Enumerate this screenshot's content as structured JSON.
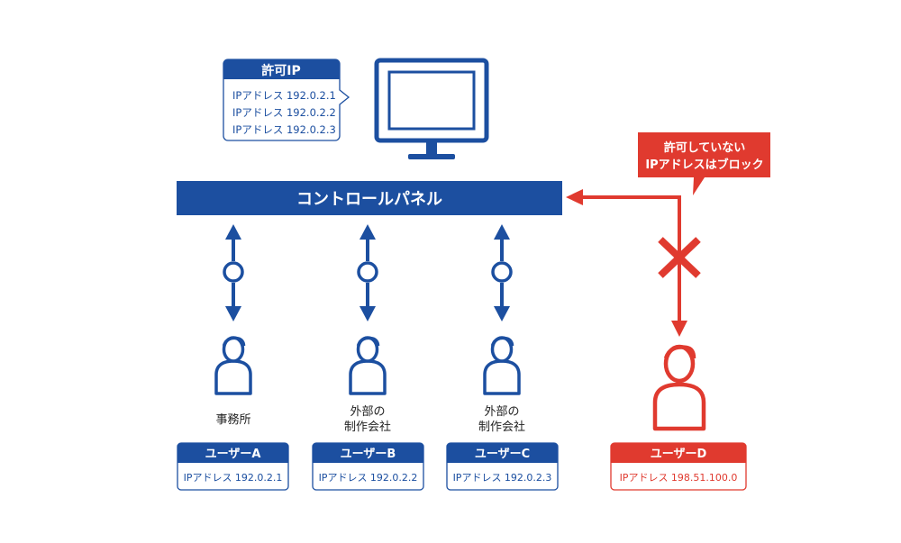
{
  "colors": {
    "blue": "#1c4fa0",
    "red": "#e03a2f",
    "white": "#ffffff",
    "text": "#222222"
  },
  "allowed_ip_box": {
    "title": "許可IP",
    "lines": [
      "IPアドレス 192.0.2.1",
      "IPアドレス 192.0.2.2",
      "IPアドレス 192.0.2.3"
    ]
  },
  "monitor_icon": "monitor-icon",
  "control_panel": {
    "label": "コントロールパネル"
  },
  "block_callout": {
    "line1": "許可していない",
    "line2": "IPアドレスはブロック"
  },
  "users": [
    {
      "org_lines": [
        "事務所"
      ],
      "name": "ユーザーA",
      "ip": "IPアドレス 192.0.2.1",
      "allowed_mark": "○"
    },
    {
      "org_lines": [
        "外部の",
        "制作会社"
      ],
      "name": "ユーザーB",
      "ip": "IPアドレス 192.0.2.2",
      "allowed_mark": "○"
    },
    {
      "org_lines": [
        "外部の",
        "制作会社"
      ],
      "name": "ユーザーC",
      "ip": "IPアドレス 192.0.2.3",
      "allowed_mark": "○"
    },
    {
      "org_lines": [],
      "name": "ユーザーD",
      "ip": "IPアドレス 198.51.100.0",
      "blocked_mark": "×"
    }
  ]
}
